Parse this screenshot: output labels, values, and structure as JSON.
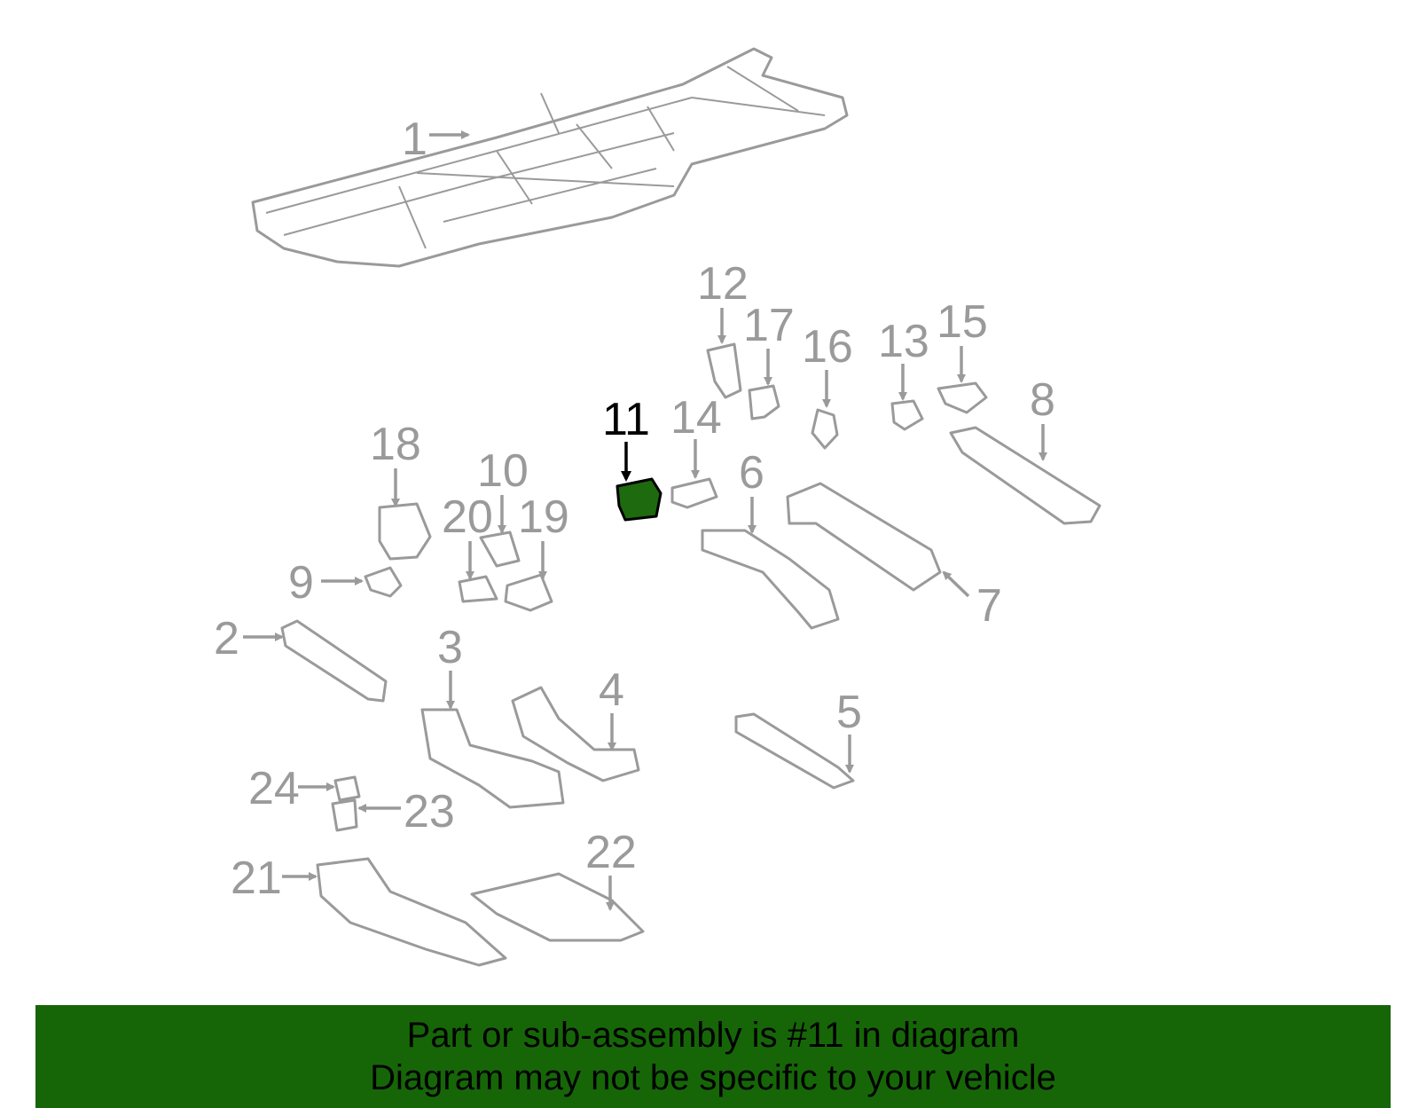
{
  "callouts": {
    "c1": "1",
    "c2": "2",
    "c3": "3",
    "c4": "4",
    "c5": "5",
    "c6": "6",
    "c7": "7",
    "c8": "8",
    "c9": "9",
    "c10": "10",
    "c11": "11",
    "c12": "12",
    "c13": "13",
    "c14": "14",
    "c15": "15",
    "c16": "16",
    "c17": "17",
    "c18": "18",
    "c19": "19",
    "c20": "20",
    "c21": "21",
    "c22": "22",
    "c23": "23",
    "c24": "24"
  },
  "highlighted_part": "11",
  "colors": {
    "highlight": "#1d6a0f",
    "footer_bg": "#166608",
    "line_art": "#9a9a9a"
  },
  "footer": {
    "line1": "Part or sub-assembly is #11 in diagram",
    "line2": "Diagram may not be specific to your vehicle"
  }
}
